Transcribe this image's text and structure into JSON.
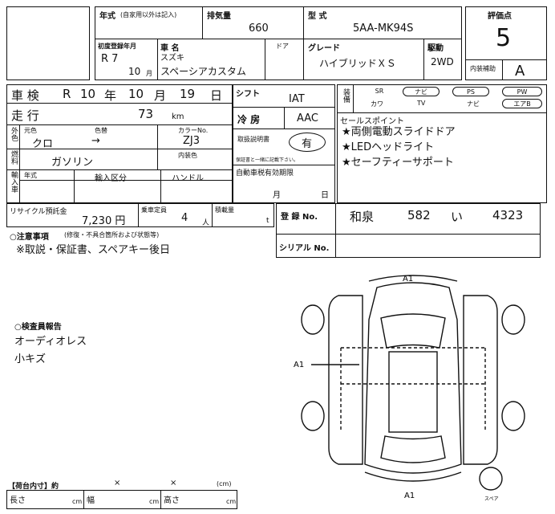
{
  "header": {
    "year_label": "年式",
    "year_note": "(自家用以外は記入)",
    "displacement_label": "排気量",
    "displacement": "660",
    "model_code_label": "型 式",
    "model_code": "5AA-MK94S",
    "eval_label": "評価点",
    "eval_score": "5",
    "first_reg_label": "初度登録年月",
    "first_reg_year": "R 7",
    "first_reg_month": "10",
    "month_unit": "月",
    "car_name_label": "車 名",
    "maker": "スズキ",
    "car_name": "スペーシアカスタム",
    "doors_label": "ドア",
    "grade_label": "グレード",
    "grade": "ハイブリッドＸＳ",
    "drive_label": "駆動",
    "drive": "2WD",
    "interior_eval_label": "内装補助",
    "interior_eval": "A"
  },
  "inspection": {
    "shaken_label": "車 検",
    "shaken_era": "R",
    "shaken_year": "10",
    "shaken_year_unit": "年",
    "shaken_month": "10",
    "shaken_month_unit": "月",
    "shaken_day": "19",
    "shaken_day_unit": "日",
    "mileage_label": "走 行",
    "mileage": "73",
    "mileage_unit": "km",
    "exterior_label": "外色",
    "color_original_label": "元色",
    "color_label": "色替",
    "color": "クロ",
    "color_change": "→",
    "color_code_label": "カラーNo.",
    "color_code": "ZJ3",
    "fuel_label": "燃料",
    "fuel": "ガソリン",
    "interior_color_label": "内装色",
    "import_label": "輸入車",
    "import_year_label": "年式",
    "import_type_label": "輸入区分",
    "handle_label": "ハンドル"
  },
  "equipment": {
    "shift_label": "シフト",
    "shift": "IAT",
    "ac_label": "冷 房",
    "ac": "AAC",
    "manual_label": "取扱説明書",
    "manual_value": "有",
    "manual_note": "保証書と一緒に記載下さい。",
    "tax_label": "自動車税有効期限",
    "tax_month": "月",
    "tax_day": "日",
    "options_label": "装備",
    "opt_sr": "SR",
    "opt_nav": "ナビ",
    "opt_ps": "PS",
    "opt_pw": "PW",
    "opt_kawa": "カワ",
    "opt_tv": "TV",
    "opt_navi": "ナビ",
    "opt_aircon": "エアB"
  },
  "sales_points": {
    "label": "セールスポイント",
    "items": [
      "★両側電動スライドドア",
      "★LEDヘッドライト",
      "★セーフティーサポート"
    ]
  },
  "recycle": {
    "label": "リサイクル預託金",
    "amount": "7,230 円",
    "capacity_label": "乗車定員",
    "capacity": "4",
    "capacity_unit": "人",
    "load_label": "積載量",
    "load_unit": "t"
  },
  "registration": {
    "label": "登 録 No.",
    "region": "和泉",
    "class_no": "582",
    "kana": "い",
    "number": "4323",
    "serial_label": "シリアル No."
  },
  "notes": {
    "label": "○注意事項",
    "note_sub": "(修復・不具合箇所および状態等)",
    "text": "※取説・保証書、スペアキー後日"
  },
  "inspector": {
    "label": "○検査員報告",
    "lines": [
      "オーディオレス",
      "小キズ"
    ]
  },
  "cargo": {
    "label": "【荷台内寸】約",
    "x1": "×",
    "x2": "×",
    "unit": "(cm)",
    "length_label": "長さ",
    "width_label": "幅",
    "height_label": "高さ",
    "cm": "cm"
  },
  "diagram": {
    "mark_top": "A1",
    "mark_left": "A1",
    "mark_bottom": "A1",
    "spare_label": "スペア"
  }
}
